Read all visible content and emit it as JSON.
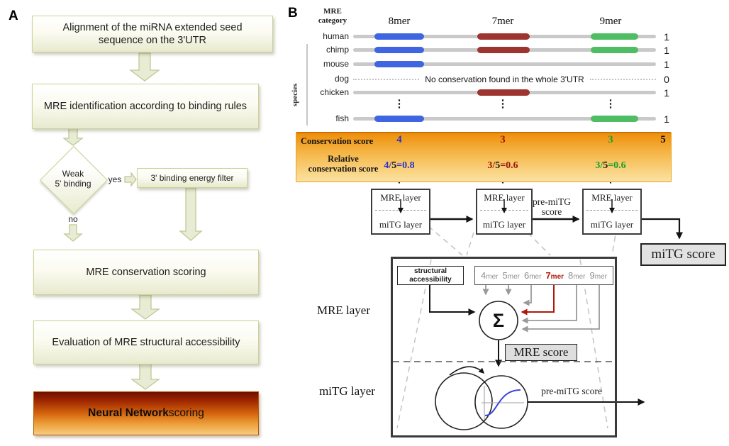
{
  "panelA": {
    "label": "A",
    "box1": "Alignment of the miRNA extended seed sequence on the 3'UTR",
    "box2": "MRE identification according to binding rules",
    "decision_line1": "Weak",
    "decision_line2": "5' binding",
    "yes_label": "yes",
    "no_label": "no",
    "filter_box": "3' binding energy filter",
    "box3": "MRE conservation scoring",
    "box4": "Evaluation of MRE structural accessibility",
    "final_bold": "Neural Network",
    "final_rest": " scoring"
  },
  "panelB": {
    "label": "B",
    "mre_category": {
      "line1": "MRE",
      "line2": "category"
    },
    "headers": [
      "8mer",
      "7mer",
      "9mer"
    ],
    "species_label": "species",
    "ellipsis": "⋮",
    "rows": [
      {
        "species": "human",
        "score": "1"
      },
      {
        "species": "chimp",
        "score": "1"
      },
      {
        "species": "mouse",
        "score": "1"
      },
      {
        "species": "dog",
        "score": "0",
        "message": "No conservation found in the whole 3'UTR"
      },
      {
        "species": "chicken",
        "score": "1"
      },
      {
        "species": "fish",
        "score": "1"
      }
    ],
    "colors": {
      "pill_8mer": "#3f66e0",
      "pill_7mer": "#9e3430",
      "pill_9mer": "#4fbd63",
      "bar": "#c9c9c9",
      "val_blue": "#2633cc",
      "val_red": "#9c150c",
      "val_green": "#17a12e",
      "val_black": "#111111",
      "highlight_mer": "#b3170b"
    },
    "band": {
      "label1": "Conservation score",
      "values": [
        {
          "text": "4"
        },
        {
          "text": "3"
        },
        {
          "text": "3"
        },
        {
          "text": "5"
        }
      ],
      "label2_line1": "Relative",
      "label2_line2": "conservation score",
      "relative": [
        {
          "pre": "4/",
          "mid": "5",
          "post": "=0.8"
        },
        {
          "pre": "3/",
          "mid": "5",
          "post": "=0.6"
        },
        {
          "pre": "3/",
          "mid": "5",
          "post": "=0.6"
        }
      ]
    },
    "layers": {
      "top": "MRE layer",
      "bottom": "miTG layer"
    },
    "pre_mitg": {
      "line1": "pre-miTG",
      "line2": "score"
    },
    "mitg_score": "miTG score",
    "detail": {
      "label_mre": "MRE layer",
      "label_mitg": "miTG layer",
      "structural_line1": "structural",
      "structural_line2": "accessibility",
      "mers": [
        {
          "n": "4",
          "s": "mer"
        },
        {
          "n": "5",
          "s": "mer"
        },
        {
          "n": "6",
          "s": "mer"
        },
        {
          "n": "7",
          "s": "mer"
        },
        {
          "n": "8",
          "s": "mer"
        },
        {
          "n": "9",
          "s": "mer"
        }
      ],
      "sigma": "Σ",
      "mre_score": "MRE score",
      "pre_mitg_score": "pre-miTG score"
    }
  }
}
